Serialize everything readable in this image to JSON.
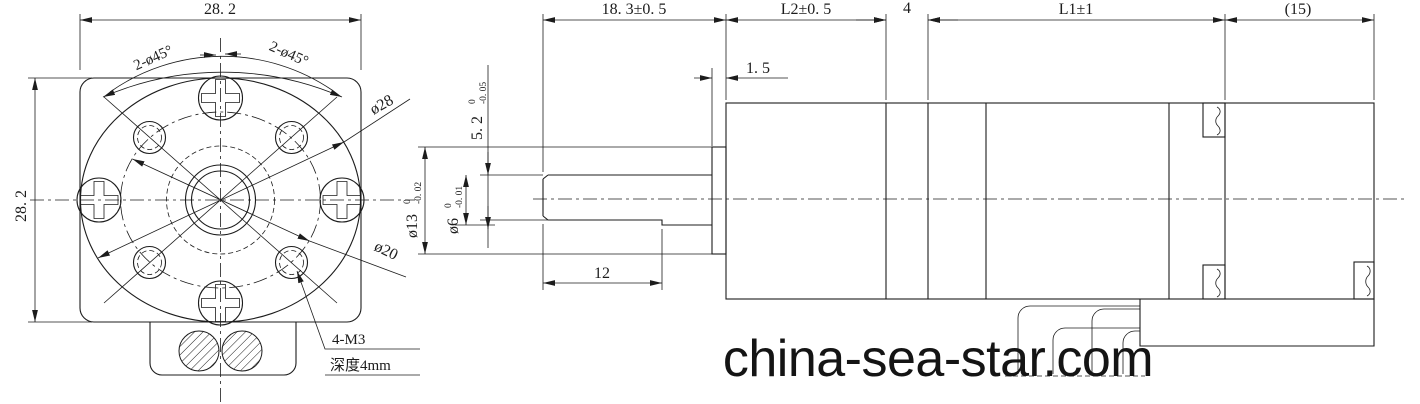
{
  "title": "gear motor technical drawing",
  "colors": {
    "line": "#1c1c1c",
    "background": "#ffffff",
    "watermark": "#141414"
  },
  "watermark": {
    "text": "china-sea-star.com"
  },
  "front_view": {
    "width_dim": "28. 2",
    "height_dim": "28. 2",
    "chamfer_left": "2-ø45°",
    "chamfer_right": "2-ø45°",
    "outer_diameter": "ø28",
    "bolt_circle_diameter": "ø20",
    "mounting_holes": "4-M3",
    "hole_depth": "深度4mm"
  },
  "side_view": {
    "shaft_length_dim": "18. 3±0. 5",
    "gearbox_length_dim": "L2±0. 5",
    "spacer_dim": "4",
    "motor_length_dim": "L1±1",
    "rear_length_dim": "(15)",
    "boss_height_dim": "1. 5",
    "shaft_flat_dim": {
      "value": "5. 2",
      "tol_upper": "0",
      "tol_lower": "-0. 05"
    },
    "boss_diameter_dim": {
      "value": "ø13",
      "tol_upper": "0",
      "tol_lower": "-0. 02"
    },
    "shaft_diameter_dim": {
      "value": "ø6",
      "tol_upper": "0",
      "tol_lower": "-0. 01"
    },
    "flat_length_dim": "12"
  }
}
